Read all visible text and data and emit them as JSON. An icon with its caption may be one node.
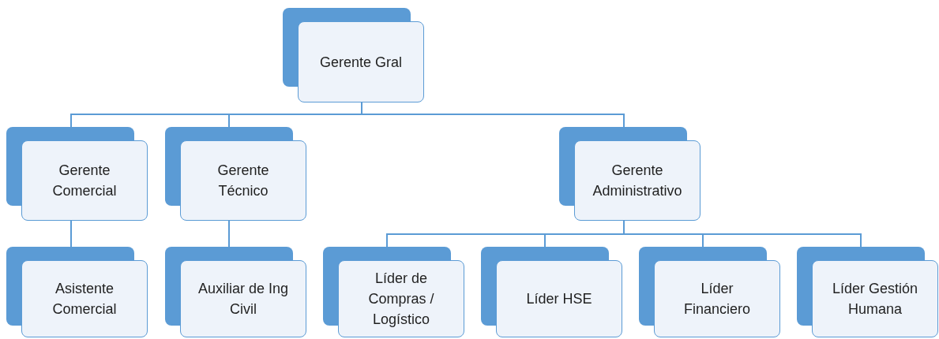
{
  "diagram": {
    "nodes": [
      {
        "text": [
          "Gerente Gral"
        ]
      },
      {
        "text": [
          "Gerente Comercial"
        ]
      },
      {
        "text": [
          "Gerente Técnico"
        ]
      },
      {
        "text": [
          "Gerente Administrativo"
        ]
      },
      {
        "text": [
          "Asistente Comercial"
        ]
      },
      {
        "text": [
          "Auxiliar de Ing Civil"
        ]
      },
      {
        "text": [
          "Líder de Compras / Logístico"
        ]
      },
      {
        "text": [
          "Líder HSE"
        ]
      },
      {
        "text": [
          "Líder Financiero"
        ]
      },
      {
        "text": [
          "Líder Gestión Humana"
        ]
      }
    ],
    "edges": [
      {
        "from": 0,
        "to": 1,
        "arrow": "none"
      },
      {
        "from": 0,
        "to": 2,
        "arrow": "none"
      },
      {
        "from": 0,
        "to": 3,
        "arrow": "none"
      },
      {
        "from": 1,
        "to": 4,
        "arrow": "none"
      },
      {
        "from": 2,
        "to": 5,
        "arrow": "none"
      },
      {
        "from": 3,
        "to": 6,
        "arrow": "none"
      },
      {
        "from": 3,
        "to": 7,
        "arrow": "none"
      },
      {
        "from": 3,
        "to": 8,
        "arrow": "none"
      },
      {
        "from": 3,
        "to": 9,
        "arrow": "none"
      }
    ]
  }
}
